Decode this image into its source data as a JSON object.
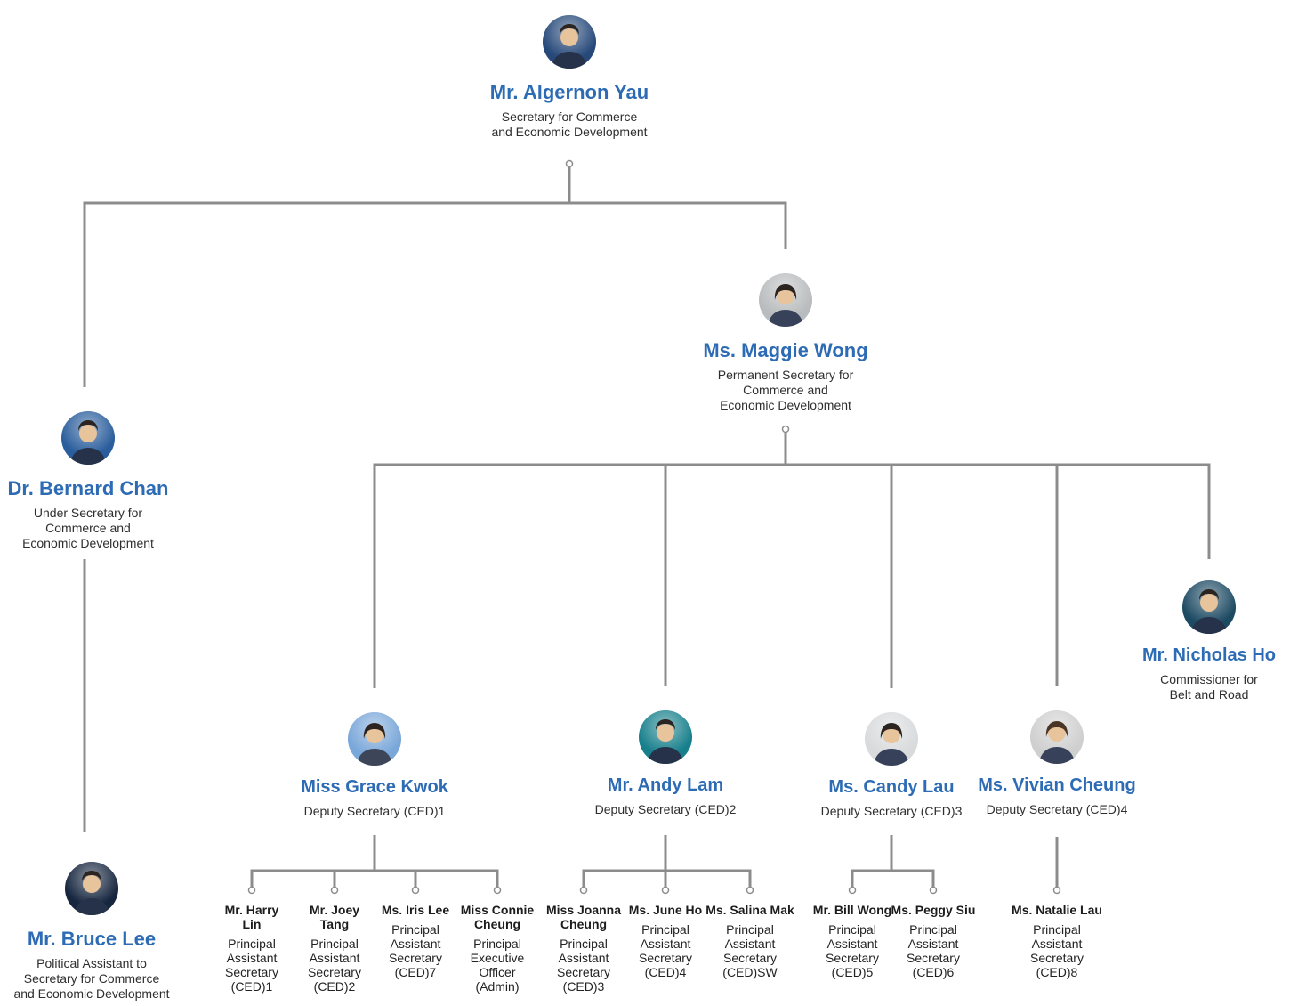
{
  "page": {
    "background": "#ffffff"
  },
  "colors": {
    "name_blue": "#2d6cb5",
    "title_text": "#2e2e2e",
    "connector_gray": "#8c8c8c",
    "connector_dot_fill": "#ffffff"
  },
  "people": {
    "yau": {
      "name": "Mr. Algernon Yau",
      "title": "Secretary for Commerce\nand Economic Development",
      "avatar_color": "#27497a"
    },
    "chan": {
      "name": "Dr. Bernard Chan",
      "title": "Under Secretary for\nCommerce and\nEconomic Development",
      "avatar_color": "#2a5d9c"
    },
    "lee_bruce": {
      "name": "Mr. Bruce Lee",
      "title": "Political Assistant to\nSecretary for Commerce\nand Economic Development",
      "avatar_color": "#16263f"
    },
    "wong_maggie": {
      "name": "Ms. Maggie Wong",
      "title": "Permanent Secretary for\nCommerce and\nEconomic Development",
      "avatar_color": "#b9bcbe"
    },
    "kwok": {
      "name": "Miss Grace Kwok",
      "title": "Deputy Secretary (CED)1",
      "avatar_color": "#7aa7d9"
    },
    "lam": {
      "name": "Mr. Andy Lam",
      "title": "Deputy Secretary (CED)2",
      "avatar_color": "#18808c"
    },
    "lau_candy": {
      "name": "Ms. Candy Lau",
      "title": "Deputy Secretary (CED)3",
      "avatar_color": "#d8dadc"
    },
    "cheung_vivian": {
      "name": "Ms. Vivian Cheung",
      "title": "Deputy Secretary (CED)4",
      "avatar_color": "#cfcfcf"
    },
    "ho_nicholas": {
      "name": "Mr. Nicholas Ho",
      "title": "Commissioner for\nBelt and Road",
      "avatar_color": "#1d4a63"
    },
    "lin": {
      "name": "Mr. Harry\nLin",
      "title": "Principal\nAssistant\nSecretary\n(CED)1"
    },
    "tang": {
      "name": "Mr. Joey\nTang",
      "title": "Principal\nAssistant\nSecretary\n(CED)2"
    },
    "lee_iris": {
      "name": "Ms. Iris Lee",
      "title": "Principal\nAssistant\nSecretary\n(CED)7"
    },
    "cheung_connie": {
      "name": "Miss Connie\nCheung",
      "title": "Principal\nExecutive\nOfficer\n(Admin)"
    },
    "cheung_joanna": {
      "name": "Miss Joanna\nCheung",
      "title": "Principal\nAssistant\nSecretary\n(CED)3"
    },
    "ho_june": {
      "name": "Ms. June Ho",
      "title": "Principal\nAssistant\nSecretary\n(CED)4"
    },
    "mak": {
      "name": "Ms. Salina Mak",
      "title": "Principal\nAssistant\nSecretary\n(CED)SW"
    },
    "wong_bill": {
      "name": "Mr. Bill Wong",
      "title": "Principal\nAssistant\nSecretary\n(CED)5"
    },
    "siu": {
      "name": "Ms. Peggy Siu",
      "title": "Principal\nAssistant\nSecretary\n(CED)6"
    },
    "lau_natalie": {
      "name": "Ms. Natalie Lau",
      "title": "Principal\nAssistant\nSecretary\n(CED)8"
    }
  },
  "structure": {
    "yau": [
      "chan",
      "wong_maggie"
    ],
    "chan": [
      "lee_bruce"
    ],
    "wong_maggie": [
      "kwok",
      "lam",
      "lau_candy",
      "cheung_vivian",
      "ho_nicholas"
    ],
    "kwok": [
      "lin",
      "tang",
      "lee_iris",
      "cheung_connie"
    ],
    "lam": [
      "cheung_joanna",
      "ho_june",
      "mak"
    ],
    "lau_candy": [
      "wong_bill",
      "siu"
    ],
    "cheung_vivian": [
      "lau_natalie"
    ]
  }
}
